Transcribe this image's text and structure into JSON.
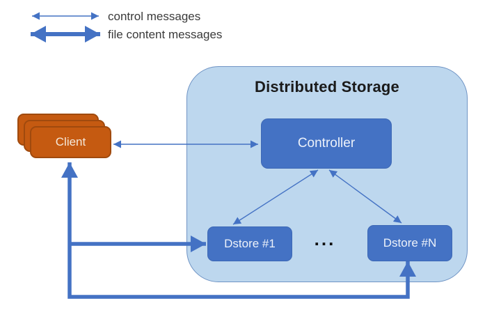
{
  "legend": {
    "items": [
      {
        "id": "control",
        "label": "control messages"
      },
      {
        "id": "file",
        "label": "file content messages"
      }
    ]
  },
  "diagram": {
    "title": "Distributed Storage",
    "nodes": {
      "client": "Client",
      "controller": "Controller",
      "dstore1": "Dstore #1",
      "dstoreN": "Dstore #N",
      "ellipsis": "..."
    }
  },
  "colors": {
    "accent_blue": "#4472C4",
    "container_fill": "#BDD7EE",
    "container_border": "#6E93C4",
    "client_fill": "#C55A11",
    "client_border": "#A04A0E",
    "legend_text": "#3A3A3A",
    "title_text": "#1A1A1A"
  }
}
